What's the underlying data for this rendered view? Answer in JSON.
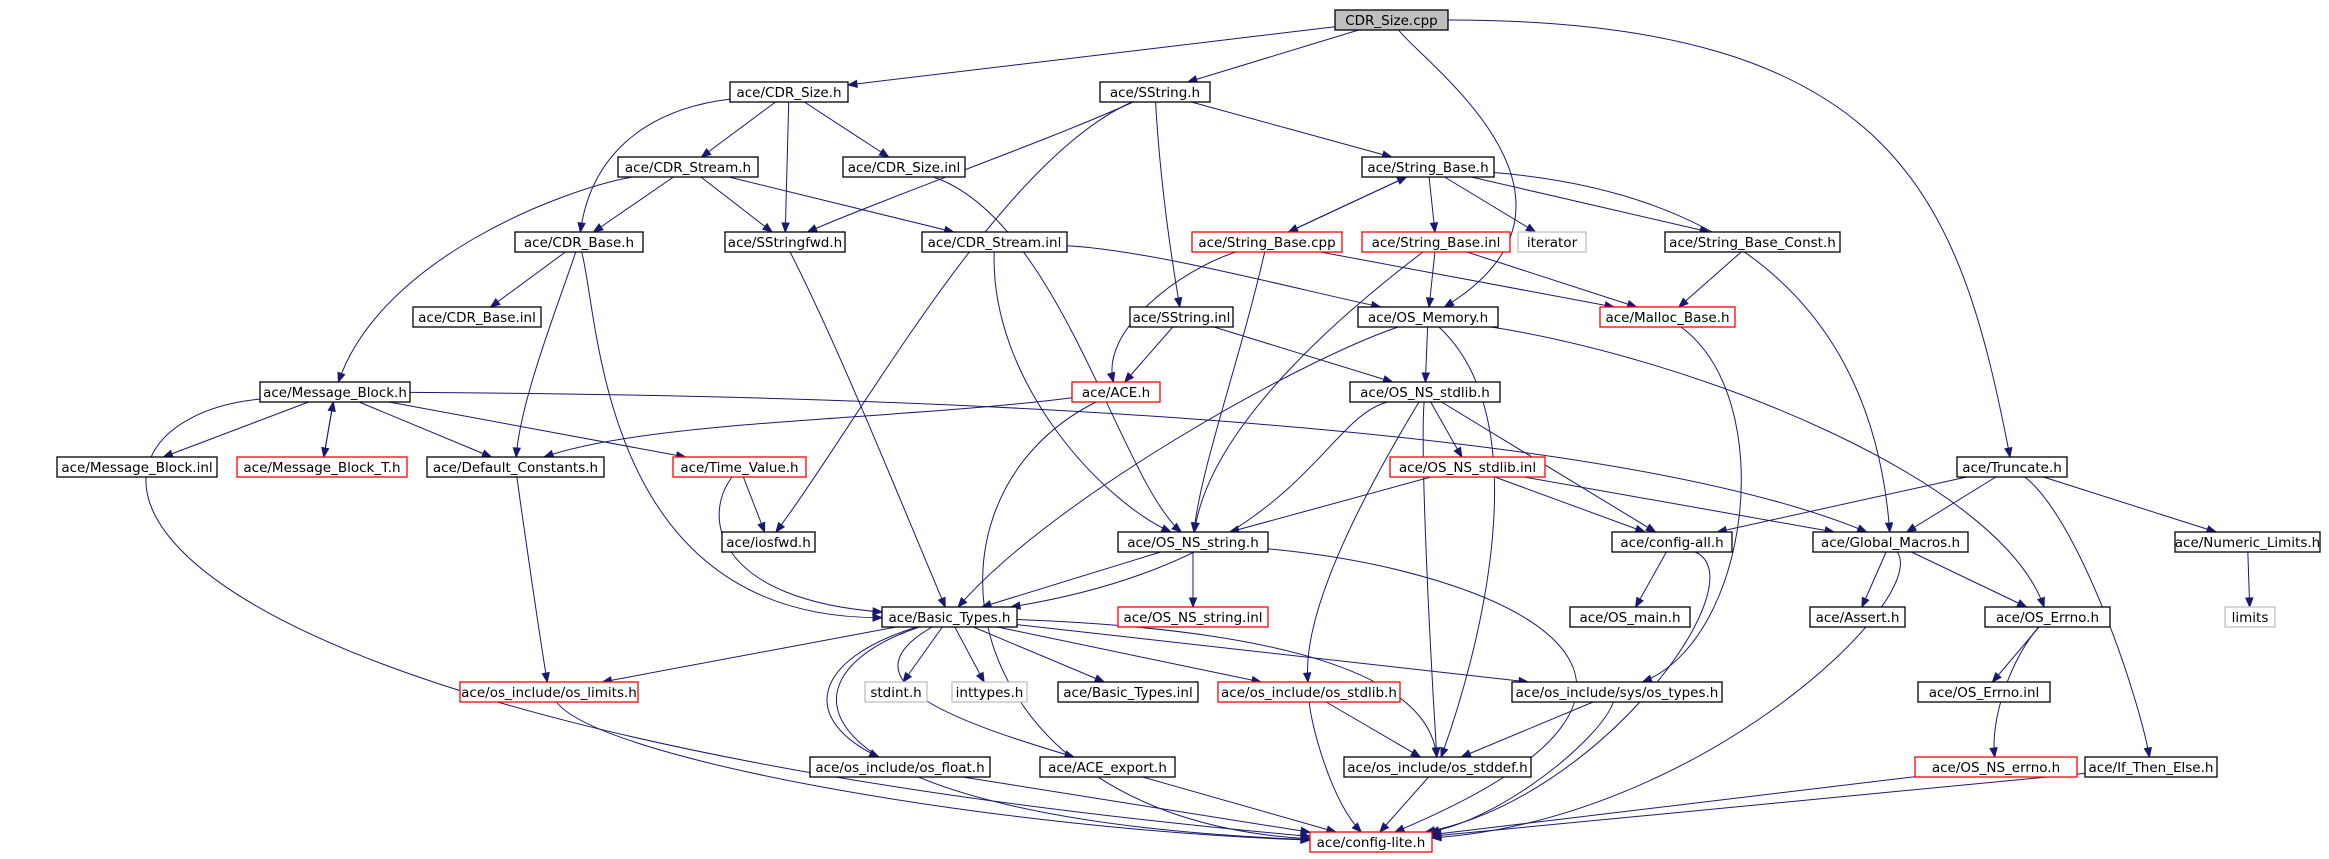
{
  "colors": {
    "edge": "#191970",
    "box_default": "#000000",
    "box_incomplete": "#ff0000",
    "box_external": "#bfbfbf",
    "root_fill": "#bfbfbf",
    "text": "#000000",
    "text_external": "#7a7a7a"
  },
  "graph": {
    "nodes": [
      {
        "id": "root",
        "label": "CDR_Size.cpp",
        "kind": "root"
      },
      {
        "id": "cdr_size_h",
        "label": "ace/CDR_Size.h",
        "kind": "normal"
      },
      {
        "id": "sstring_h",
        "label": "ace/SString.h",
        "kind": "normal"
      },
      {
        "id": "cdr_stream_h",
        "label": "ace/CDR_Stream.h",
        "kind": "normal"
      },
      {
        "id": "cdr_size_inl",
        "label": "ace/CDR_Size.inl",
        "kind": "normal"
      },
      {
        "id": "string_base_h",
        "label": "ace/String_Base.h",
        "kind": "normal"
      },
      {
        "id": "cdr_base_h",
        "label": "ace/CDR_Base.h",
        "kind": "normal"
      },
      {
        "id": "sstringfwd_h",
        "label": "ace/SStringfwd.h",
        "kind": "normal"
      },
      {
        "id": "cdr_stream_inl",
        "label": "ace/CDR_Stream.inl",
        "kind": "normal"
      },
      {
        "id": "string_base_cpp",
        "label": "ace/String_Base.cpp",
        "kind": "incomplete"
      },
      {
        "id": "string_base_inl",
        "label": "ace/String_Base.inl",
        "kind": "incomplete"
      },
      {
        "id": "iterator",
        "label": "iterator",
        "kind": "external"
      },
      {
        "id": "string_base_const_h",
        "label": "ace/String_Base_Const.h",
        "kind": "normal"
      },
      {
        "id": "cdr_base_inl",
        "label": "ace/CDR_Base.inl",
        "kind": "normal"
      },
      {
        "id": "sstring_inl",
        "label": "ace/SString.inl",
        "kind": "normal"
      },
      {
        "id": "os_memory_h",
        "label": "ace/OS_Memory.h",
        "kind": "normal"
      },
      {
        "id": "malloc_base_h",
        "label": "ace/Malloc_Base.h",
        "kind": "incomplete"
      },
      {
        "id": "message_block_h",
        "label": "ace/Message_Block.h",
        "kind": "normal"
      },
      {
        "id": "ace_h",
        "label": "ace/ACE.h",
        "kind": "incomplete"
      },
      {
        "id": "os_ns_stdlib_h",
        "label": "ace/OS_NS_stdlib.h",
        "kind": "normal"
      },
      {
        "id": "message_block_inl",
        "label": "ace/Message_Block.inl",
        "kind": "normal"
      },
      {
        "id": "message_block_t_h",
        "label": "ace/Message_Block_T.h",
        "kind": "incomplete"
      },
      {
        "id": "default_constants_h",
        "label": "ace/Default_Constants.h",
        "kind": "normal"
      },
      {
        "id": "time_value_h",
        "label": "ace/Time_Value.h",
        "kind": "incomplete"
      },
      {
        "id": "os_ns_stdlib_inl",
        "label": "ace/OS_NS_stdlib.inl",
        "kind": "incomplete"
      },
      {
        "id": "truncate_h",
        "label": "ace/Truncate.h",
        "kind": "normal"
      },
      {
        "id": "iosfwd_h",
        "label": "ace/iosfwd.h",
        "kind": "normal"
      },
      {
        "id": "os_ns_string_h",
        "label": "ace/OS_NS_string.h",
        "kind": "normal"
      },
      {
        "id": "config_all_h",
        "label": "ace/config-all.h",
        "kind": "normal"
      },
      {
        "id": "global_macros_h",
        "label": "ace/Global_Macros.h",
        "kind": "normal"
      },
      {
        "id": "numeric_limits_h",
        "label": "ace/Numeric_Limits.h",
        "kind": "normal"
      },
      {
        "id": "basic_types_h",
        "label": "ace/Basic_Types.h",
        "kind": "normal"
      },
      {
        "id": "os_ns_string_inl",
        "label": "ace/OS_NS_string.inl",
        "kind": "incomplete"
      },
      {
        "id": "os_main_h",
        "label": "ace/OS_main.h",
        "kind": "normal"
      },
      {
        "id": "assert_h",
        "label": "ace/Assert.h",
        "kind": "normal"
      },
      {
        "id": "os_errno_h",
        "label": "ace/OS_Errno.h",
        "kind": "normal"
      },
      {
        "id": "limits",
        "label": "limits",
        "kind": "external"
      },
      {
        "id": "os_limits_h",
        "label": "ace/os_include/os_limits.h",
        "kind": "incomplete"
      },
      {
        "id": "stdint_h",
        "label": "stdint.h",
        "kind": "external"
      },
      {
        "id": "inttypes_h",
        "label": "inttypes.h",
        "kind": "external"
      },
      {
        "id": "basic_types_inl",
        "label": "ace/Basic_Types.inl",
        "kind": "normal"
      },
      {
        "id": "os_stdlib_h",
        "label": "ace/os_include/os_stdlib.h",
        "kind": "incomplete"
      },
      {
        "id": "sys_os_types_h",
        "label": "ace/os_include/sys/os_types.h",
        "kind": "normal"
      },
      {
        "id": "os_errno_inl",
        "label": "ace/OS_Errno.inl",
        "kind": "normal"
      },
      {
        "id": "os_float_h",
        "label": "ace/os_include/os_float.h",
        "kind": "normal"
      },
      {
        "id": "ace_export_h",
        "label": "ace/ACE_export.h",
        "kind": "normal"
      },
      {
        "id": "os_stddef_h",
        "label": "ace/os_include/os_stddef.h",
        "kind": "normal"
      },
      {
        "id": "os_ns_errno_h",
        "label": "ace/OS_NS_errno.h",
        "kind": "incomplete"
      },
      {
        "id": "if_then_else_h",
        "label": "ace/If_Then_Else.h",
        "kind": "normal"
      },
      {
        "id": "config_lite_h",
        "label": "ace/config-lite.h",
        "kind": "incomplete"
      }
    ]
  }
}
